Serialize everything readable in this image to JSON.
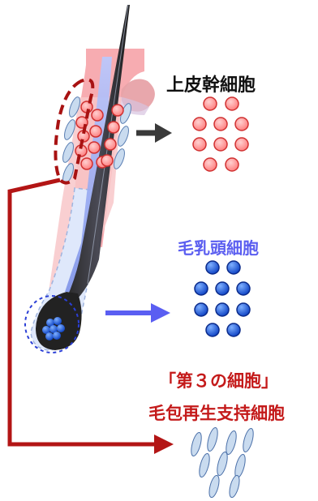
{
  "labels": {
    "epithelial_stem_cells": "上皮幹細胞",
    "dermal_papilla_cells": "毛乳頭細胞",
    "third_cell": "「第３の細胞」",
    "support_cells": "毛包再生支持細胞"
  },
  "colors": {
    "epithelial_cell": "#ff8f8f",
    "papilla_cell": "#1b5de0",
    "papilla_label": "#5b5ef0",
    "support_cell": "#c9dbef",
    "accent_red": "#c41a1a",
    "dark_arrow": "#3a3a3a",
    "blue_arrow": "#5a5ef2"
  }
}
